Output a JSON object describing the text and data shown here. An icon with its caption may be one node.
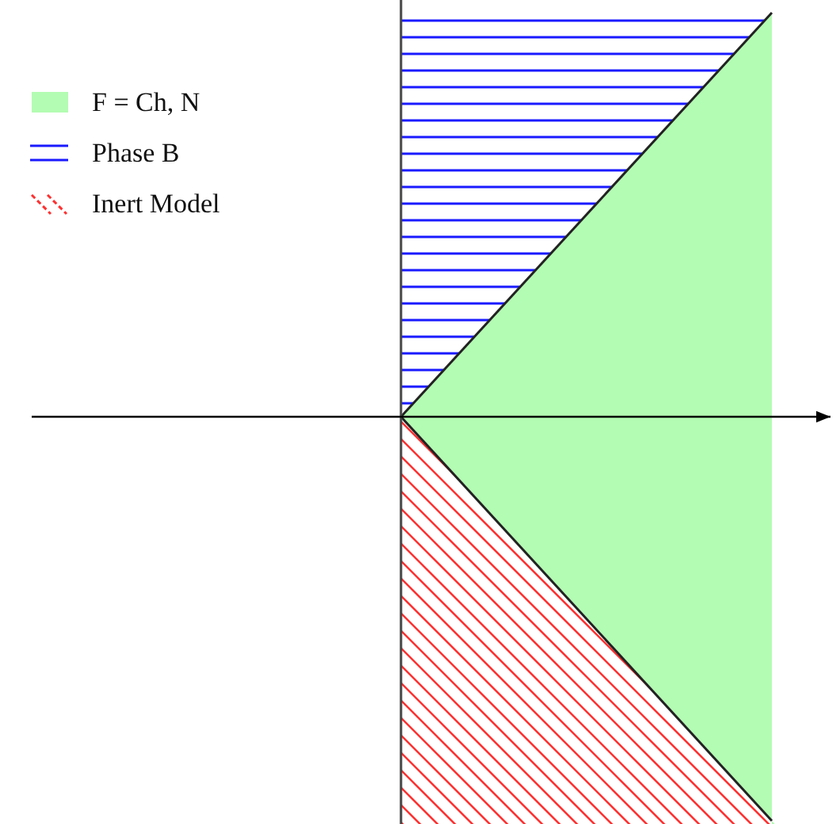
{
  "diagram": {
    "legend": [
      {
        "text": "F = Ch, N",
        "color": "#b3fcb3"
      },
      {
        "text": "Phase B"
      },
      {
        "text": "Inert Model"
      }
    ]
  }
}
